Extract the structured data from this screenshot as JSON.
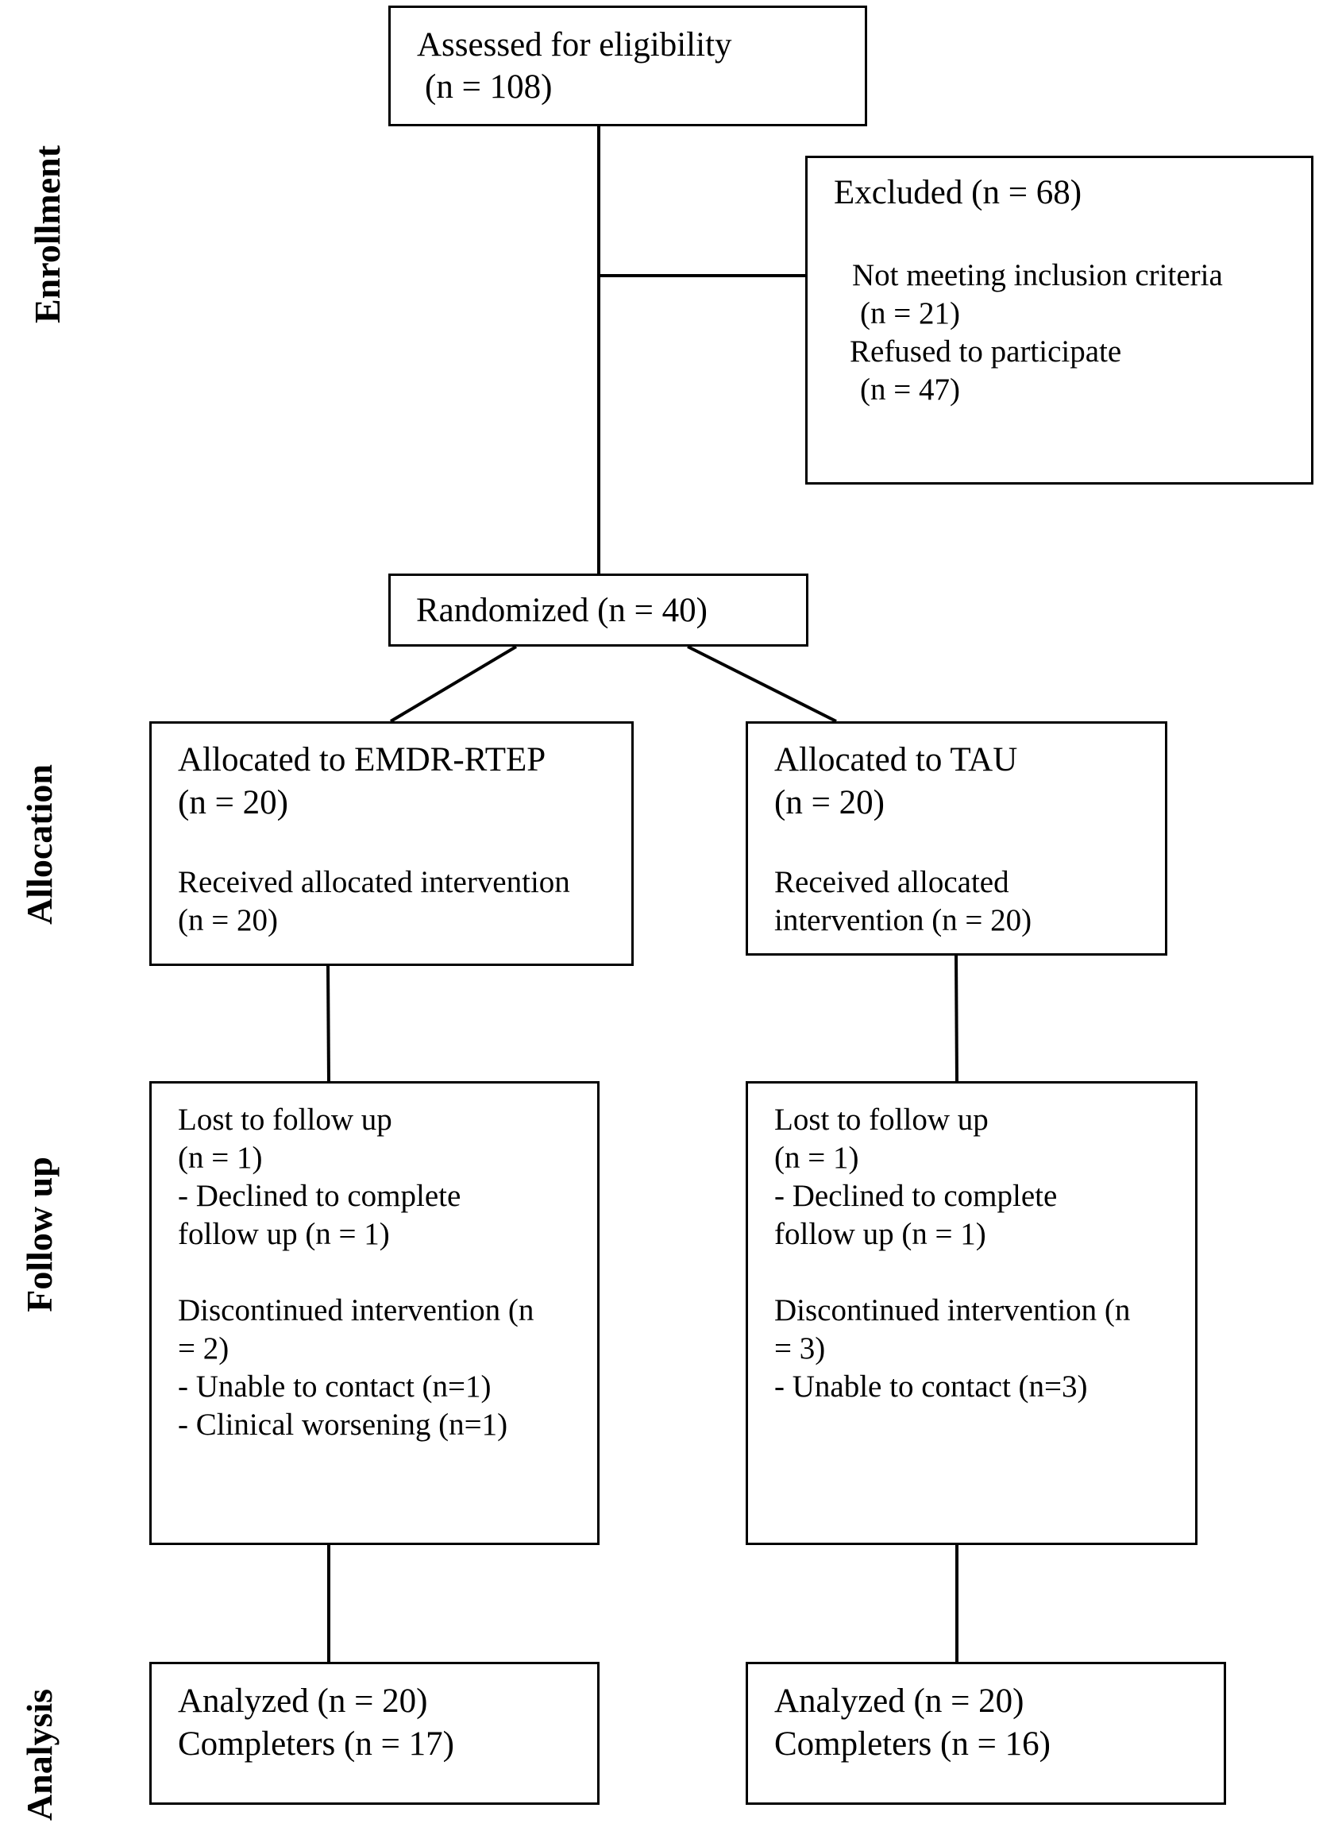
{
  "phases": {
    "enrollment": "Enrollment",
    "allocation": "Allocation",
    "follow_up": "Follow up",
    "analysis": "Analysis"
  },
  "assessed": {
    "line1": "Assessed for eligibility",
    "line2": "(n = 108)"
  },
  "excluded": {
    "title": "Excluded (n = 68)",
    "line1": "Not meeting inclusion criteria",
    "line2": "(n = 21)",
    "line3": "Refused to participate",
    "line4": "(n = 47)"
  },
  "randomized": {
    "label": "Randomized (n = 40)"
  },
  "allocation_emdr": {
    "title1": "Allocated to EMDR-RTEP",
    "title2": "(n = 20)",
    "line1": "Received allocated intervention",
    "line2": "(n = 20)"
  },
  "allocation_tau": {
    "title1": "Allocated to TAU",
    "title2": "(n = 20)",
    "line1": "Received allocated",
    "line2": "intervention (n = 20)"
  },
  "followup_emdr": {
    "l1": "Lost to follow up",
    "l2": "(n = 1)",
    "l3": "- Declined to complete",
    "l4": "follow up (n = 1)",
    "l5": "Discontinued intervention (n",
    "l6": "= 2)",
    "l7": "- Unable to contact (n=1)",
    "l8": "- Clinical worsening (n=1)"
  },
  "followup_tau": {
    "l1": "Lost to follow up",
    "l2": "(n = 1)",
    "l3": "- Declined to complete",
    "l4": "follow up (n = 1)",
    "l5": "Discontinued intervention (n",
    "l6": "= 3)",
    "l7": "- Unable to contact (n=3)"
  },
  "analysis_emdr": {
    "line1": "Analyzed (n = 20)",
    "line2": "Completers (n = 17)"
  },
  "analysis_tau": {
    "line1": "Analyzed (n = 20)",
    "line2": "Completers (n = 16)"
  }
}
